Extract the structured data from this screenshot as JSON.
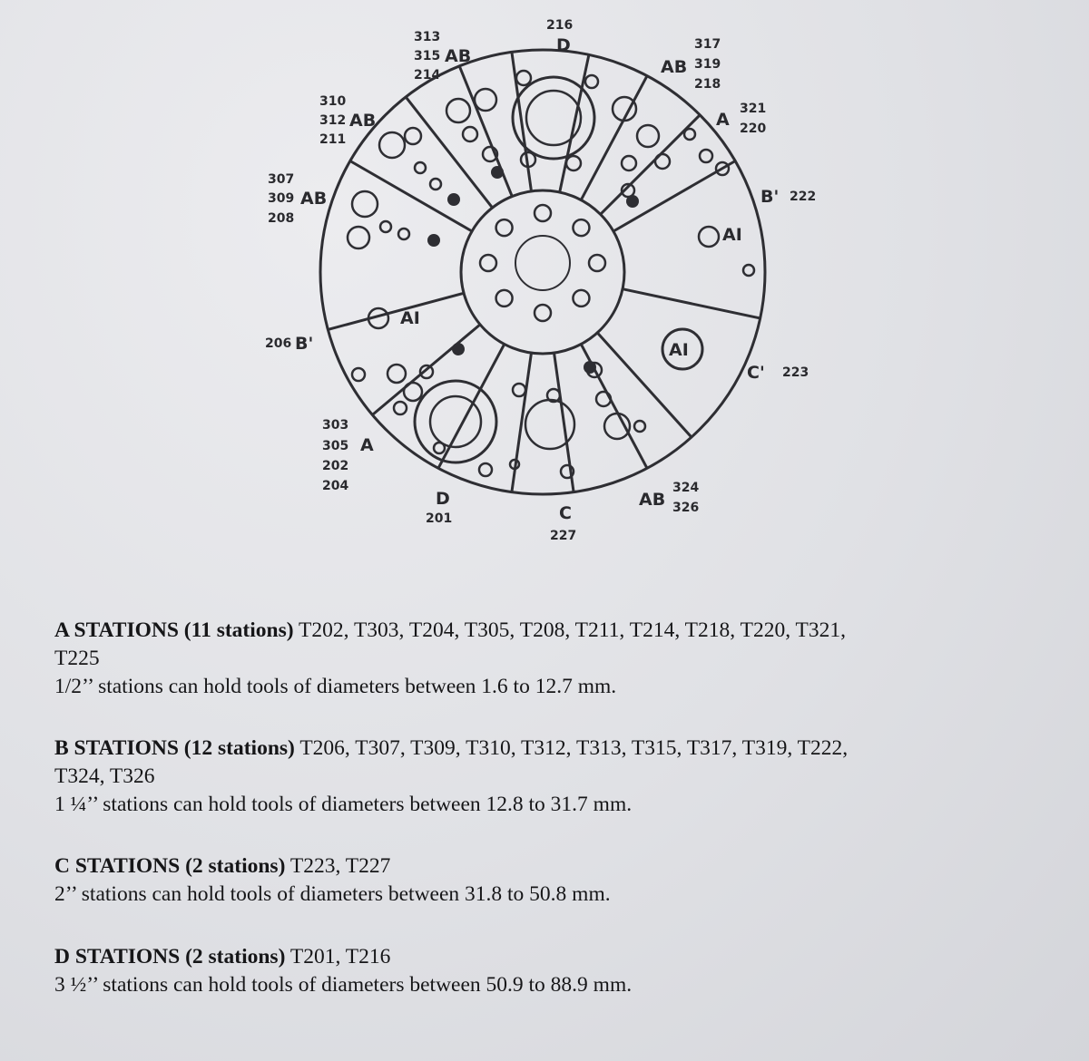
{
  "diagram": {
    "labels": {
      "l313": "313",
      "l315": "315",
      "l214": "214",
      "ab_315": "AB",
      "l216": "216",
      "d_216": "D",
      "l317": "317",
      "l319": "319",
      "l218": "218",
      "ab_317": "AB",
      "l321": "321",
      "l220": "220",
      "a_321": "A",
      "b_222": "B'",
      "l222": "222",
      "l310": "310",
      "l312": "312",
      "l211": "211",
      "ab_310": "AB",
      "l307": "307",
      "l309": "309",
      "l208": "208",
      "ab_307": "AB",
      "l206": "206",
      "b_206": "B'",
      "l303": "303",
      "l305": "305",
      "l202": "202",
      "l204": "204",
      "a_303": "A",
      "d_201": "D",
      "l201": "201",
      "c_227": "C",
      "l227": "227",
      "ab_324": "AB",
      "l324": "324",
      "l326": "326",
      "c_223": "C'",
      "l223": "223",
      "ai_1": "AI",
      "ai_2": "AI",
      "ai_3": "AI"
    }
  },
  "stations": [
    {
      "title": "A STATIONS (11 stations)",
      "tools_line1": "T202, T303, T204, T305, T208, T211, T214, T218, T220, T321,",
      "tools_line2": "T225",
      "desc": "1/2’’ stations can hold tools of diameters between 1.6 to 12.7 mm."
    },
    {
      "title": "B STATIONS (12 stations)",
      "tools_line1": "T206, T307, T309, T310, T312, T313, T315, T317, T319, T222,",
      "tools_line2": "T324, T326",
      "desc": "1 ¼’’ stations can hold tools of diameters between 12.8 to 31.7 mm."
    },
    {
      "title": "C STATIONS (2 stations)",
      "tools_line1": "T223, T227",
      "desc": "2’’ stations can hold tools of diameters between 31.8 to 50.8 mm."
    },
    {
      "title": "D STATIONS (2 stations)",
      "tools_line1": "T201, T216",
      "desc": "3 ½’’ stations can hold tools of diameters between 50.9 to 88.9 mm."
    }
  ]
}
